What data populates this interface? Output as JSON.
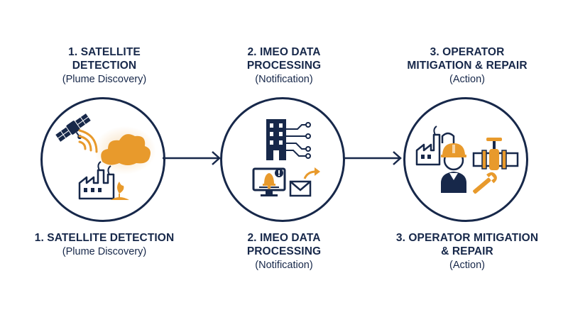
{
  "steps": [
    {
      "top_title_lines": [
        "1. SATELLITE",
        "DETECTION"
      ],
      "top_subtitle": "(Plume Discovery)",
      "bottom_title_lines": [
        "1. SATELLITE DETECTION"
      ],
      "bottom_subtitle": "(Plume Discovery)",
      "icons": [
        "satellite-icon",
        "signal-waves-icon",
        "methane-plume-cloud-icon",
        "factory-icon",
        "gas-flame-icon"
      ]
    },
    {
      "top_title_lines": [
        "2. IMEO DATA",
        "PROCESSING"
      ],
      "top_subtitle": "(Notification)",
      "bottom_title_lines": [
        "2. IMEO DATA",
        "PROCESSING"
      ],
      "bottom_subtitle": "(Notification)",
      "icons": [
        "office-building-icon",
        "data-network-icon",
        "monitor-alert-icon",
        "bell-alert-icon",
        "email-forward-icon"
      ]
    },
    {
      "top_title_lines": [
        "3. OPERATOR",
        "MITIGATION & REPAIR"
      ],
      "top_subtitle": "(Action)",
      "bottom_title_lines": [
        "3. OPERATOR MITIGATION",
        "& REPAIR"
      ],
      "bottom_subtitle": "(Action)",
      "icons": [
        "factory-icon",
        "hard-hat-worker-icon",
        "pipe-valve-icon",
        "wrench-icon"
      ]
    }
  ],
  "colors": {
    "navy": "#17284a",
    "orange": "#e89a2c"
  }
}
